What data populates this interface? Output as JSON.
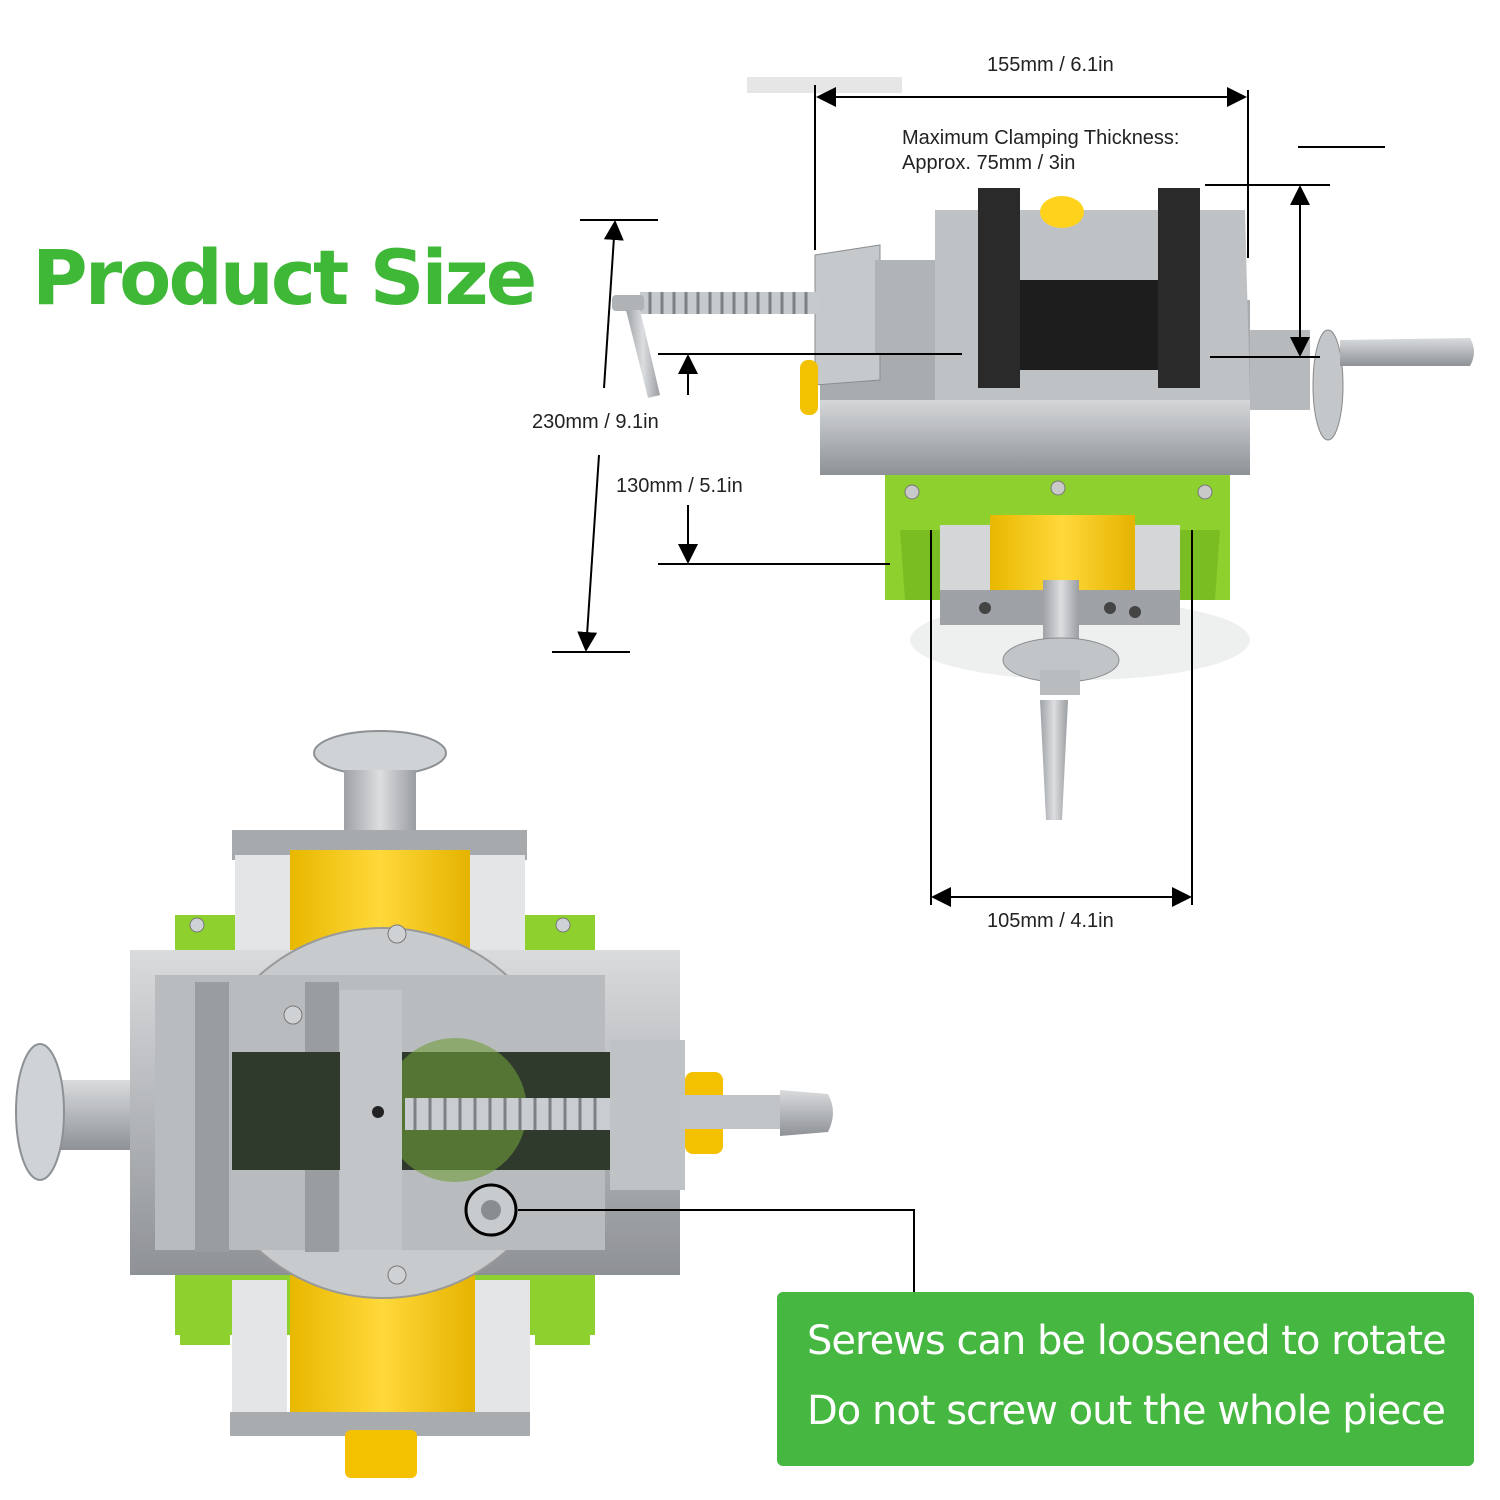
{
  "title": "Product Size",
  "dimensions": {
    "width_top": "155mm / 6.1in",
    "clamping_line1": "Maximum Clamping Thickness:",
    "clamping_line2": "Approx. 75mm / 3in",
    "length_total": "230mm / 9.1in",
    "height": "130mm / 5.1in",
    "base_width": "105mm / 4.1in"
  },
  "note": {
    "line1": "Serews can be loosened to rotate",
    "line2": "Do not screw out the whole piece"
  },
  "colors": {
    "brand_green": "#3fb837",
    "note_green": "#46b741",
    "vise_yellow": "#f1c400",
    "vise_green": "#8ed12e",
    "metal": "#b5b8bb"
  }
}
